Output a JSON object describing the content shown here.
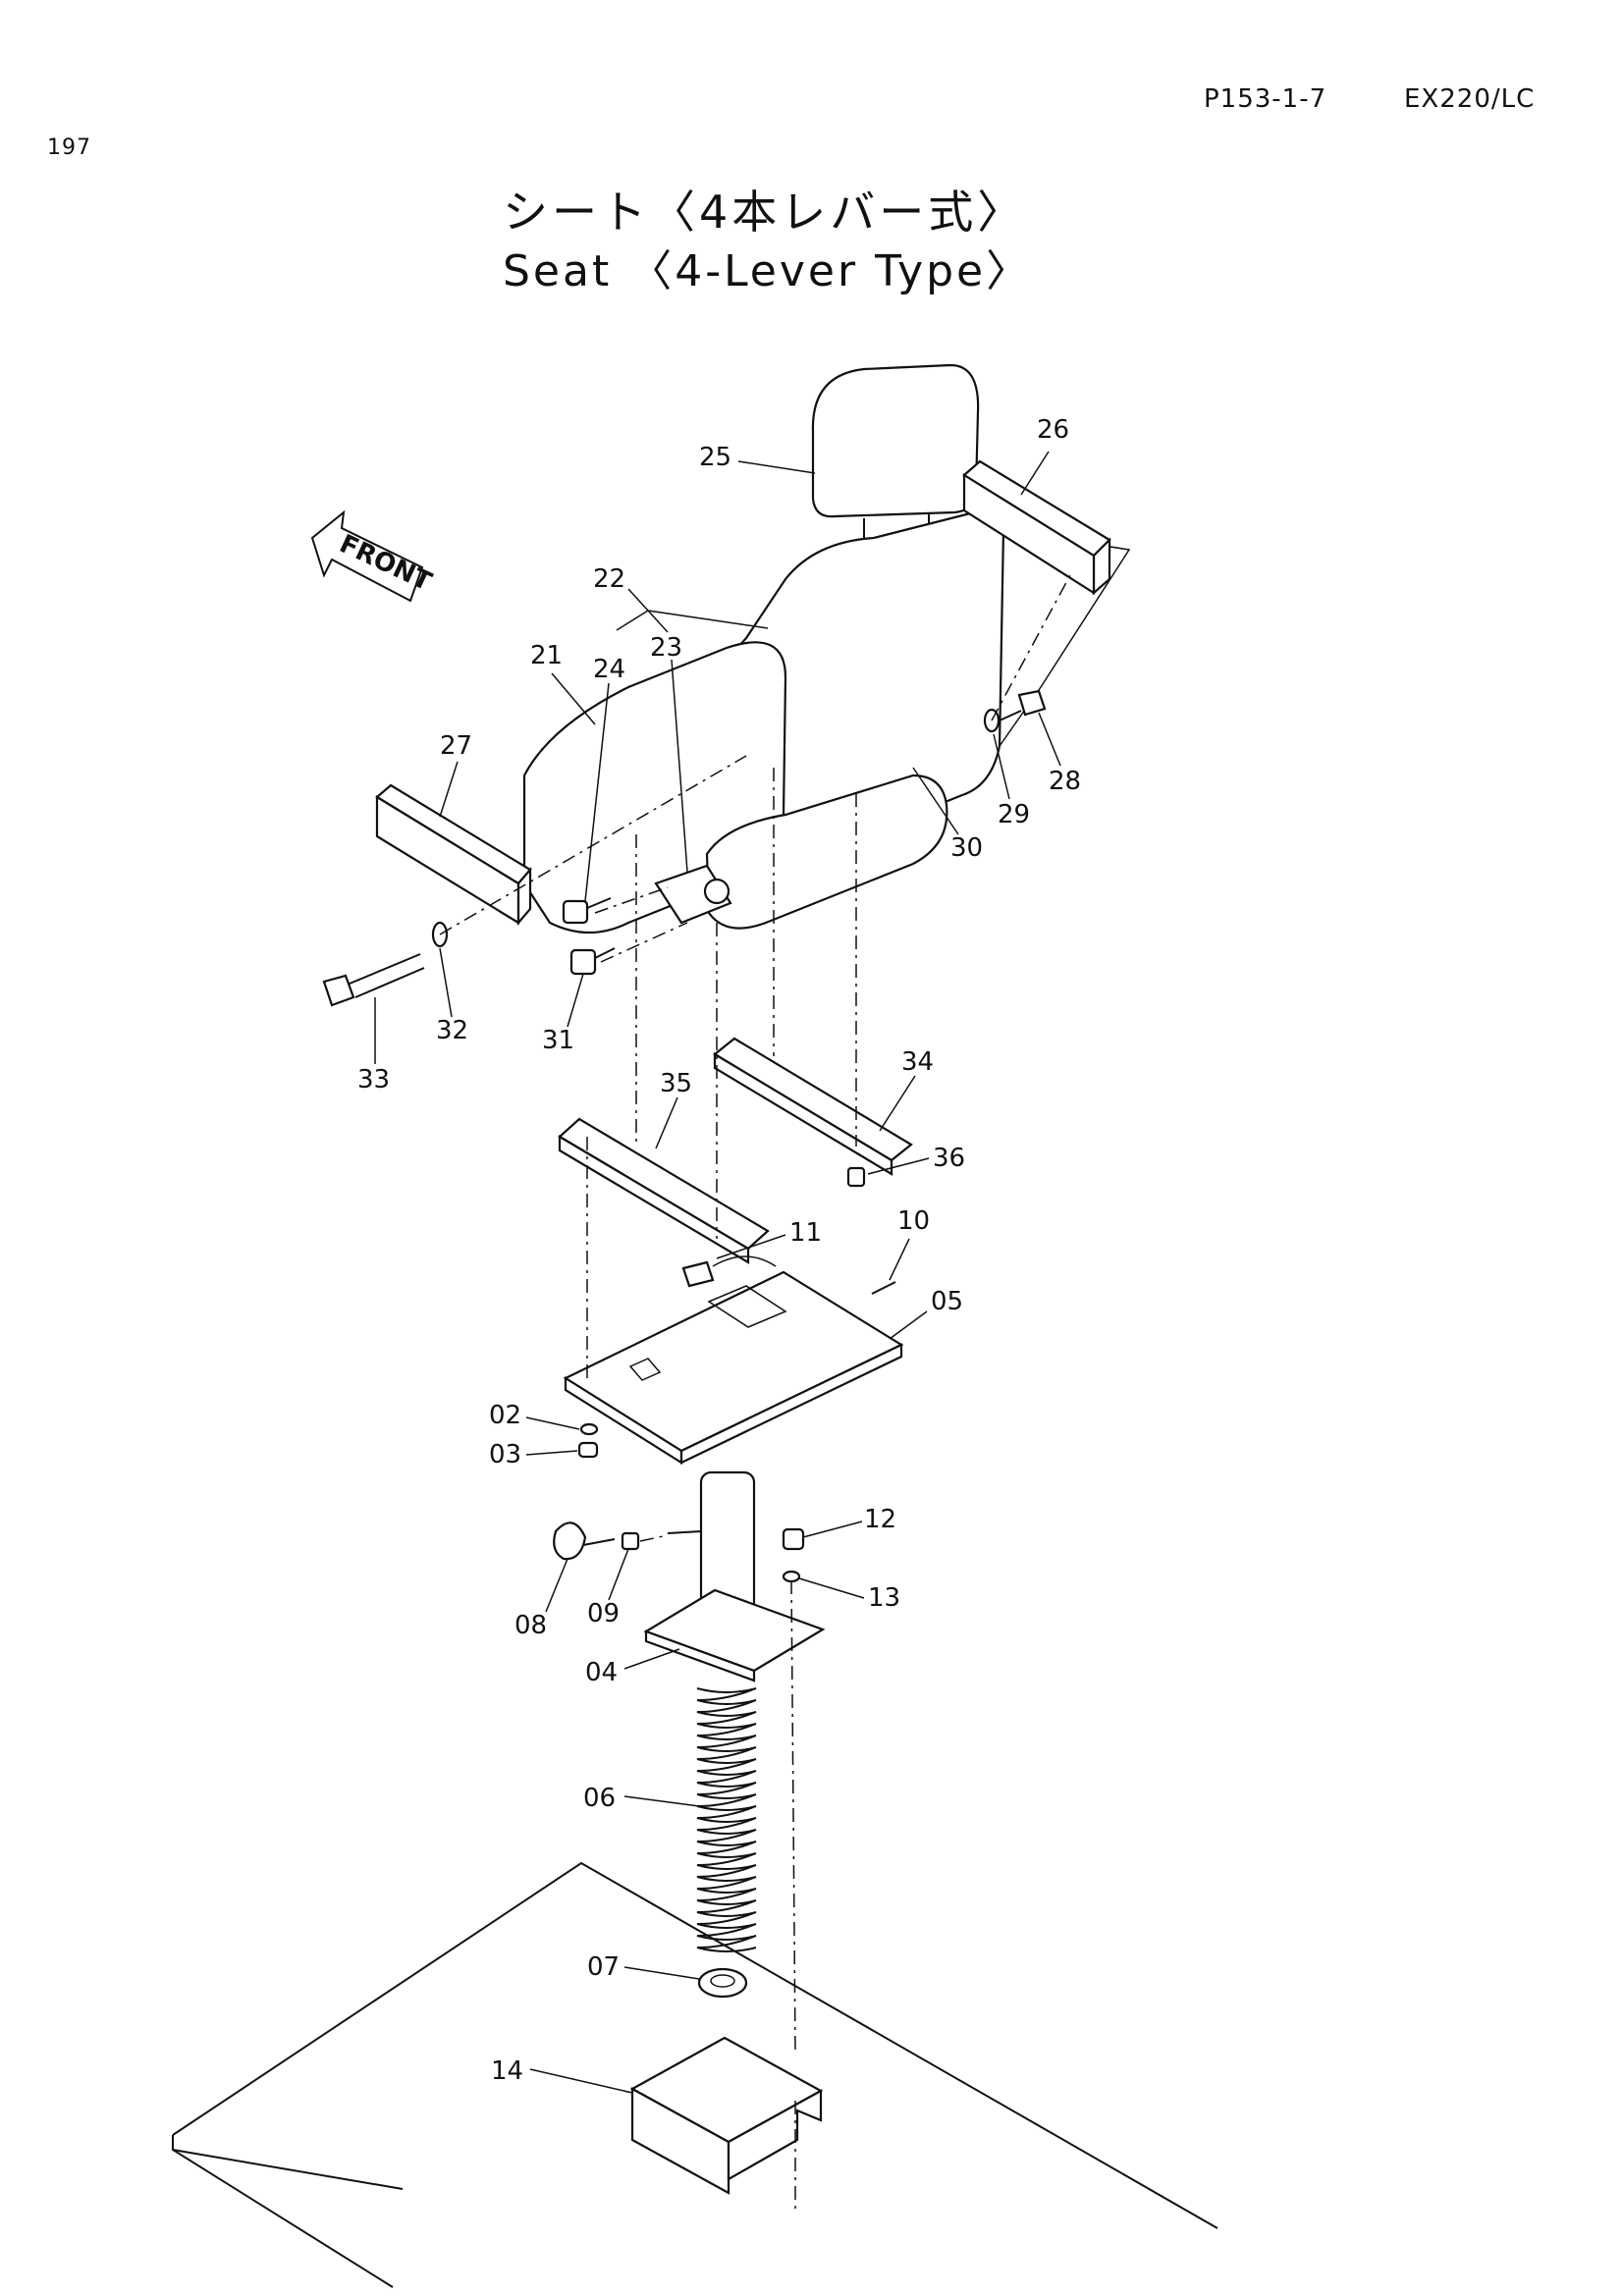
{
  "header": {
    "page_number": "197",
    "catalog_code": "P153-1-7",
    "model": "EX220/LC"
  },
  "title": {
    "japanese": "シート〈4本レバー式〉",
    "english": "Seat 〈4-Lever Type〉"
  },
  "front_arrow": {
    "label": "FRONT"
  },
  "callouts": [
    "02",
    "03",
    "04",
    "05",
    "06",
    "07",
    "08",
    "09",
    "10",
    "11",
    "12",
    "13",
    "14",
    "21",
    "22",
    "23",
    "24",
    "25",
    "26",
    "27",
    "28",
    "29",
    "30",
    "31",
    "32",
    "33",
    "34",
    "35",
    "36"
  ]
}
